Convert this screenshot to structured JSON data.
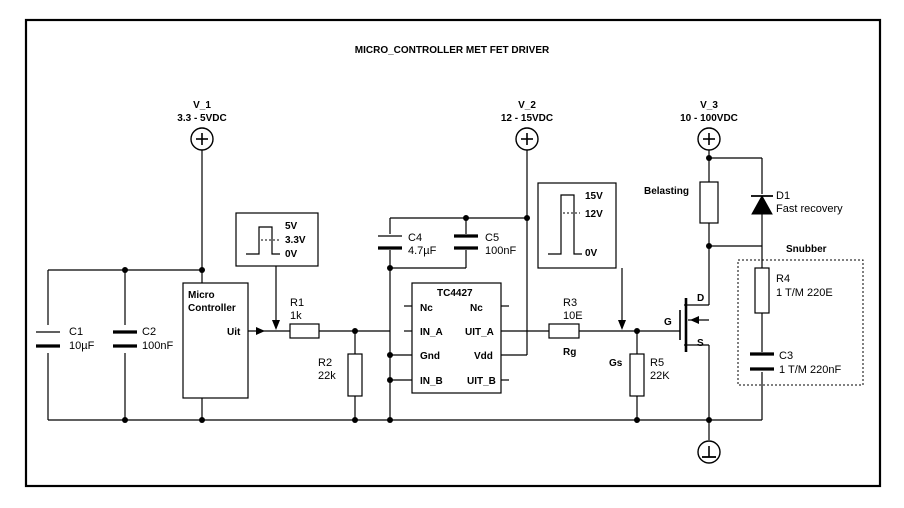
{
  "title": "MICRO_CONTROLLER MET FET DRIVER",
  "sources": {
    "v1": {
      "name": "V_1",
      "value": "3.3 - 5VDC"
    },
    "v2": {
      "name": "V_2",
      "value": "12 - 15VDC"
    },
    "v3": {
      "name": "V_3",
      "value": "10 - 100VDC"
    }
  },
  "capacitors": {
    "c1": {
      "ref": "C1",
      "value": "10µF"
    },
    "c2": {
      "ref": "C2",
      "value": "100nF"
    },
    "c3": {
      "ref": "C3",
      "value": "1 T/M 220nF"
    },
    "c4": {
      "ref": "C4",
      "value": "4.7µF"
    },
    "c5": {
      "ref": "C5",
      "value": "100nF"
    }
  },
  "resistors": {
    "r1": {
      "ref": "R1",
      "value": "1k"
    },
    "r2": {
      "ref": "R2",
      "value": "22k"
    },
    "r3": {
      "ref": "R3",
      "value": "10E",
      "note": "Rg"
    },
    "r4": {
      "ref": "R4",
      "value": "1 T/M 220E"
    },
    "r5": {
      "ref": "R5",
      "value": "22K",
      "note": "Gs"
    }
  },
  "microcontroller": {
    "line1": "Micro",
    "line2": "Controller",
    "pin_out": "Uit"
  },
  "driver": {
    "name": "TC4427",
    "pins": {
      "nc_left": "Nc",
      "nc_right": "Nc",
      "in_a": "IN_A",
      "uit_a": "UIT_A",
      "gnd": "Gnd",
      "vdd": "Vdd",
      "in_b": "IN_B",
      "uit_b": "UIT_B"
    }
  },
  "waveforms": {
    "logic": {
      "high": "5V",
      "mid": "3.3V",
      "low": "0V"
    },
    "gate": {
      "high": "15V",
      "mid": "12V",
      "low": "0V"
    }
  },
  "mosfet": {
    "gate": "G",
    "drain": "D",
    "source": "S"
  },
  "load": {
    "label": "Belasting"
  },
  "diode": {
    "ref": "D1",
    "value": "Fast recovery"
  },
  "snubber": {
    "label": "Snubber"
  }
}
